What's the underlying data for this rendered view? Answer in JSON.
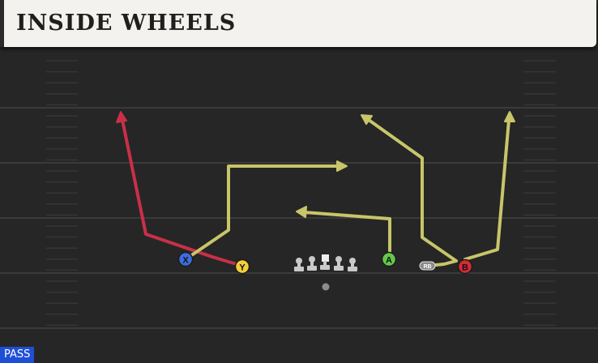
{
  "play": {
    "title": "INSIDE WHEELS",
    "mode": "PASS"
  },
  "players": [
    {
      "id": "X",
      "label": "X",
      "color": "#3b6ee0"
    },
    {
      "id": "Y",
      "label": "Y",
      "color": "#f2cf3a"
    },
    {
      "id": "A",
      "label": "A",
      "color": "#63c94a"
    },
    {
      "id": "B",
      "label": "B",
      "color": "#d42a36"
    },
    {
      "id": "RB",
      "label": "RB",
      "color": "#8a8a8a"
    }
  ],
  "colors": {
    "field": "#262626",
    "yard_line": "#3a3a3a",
    "route_primary": "#c93048",
    "route_default": "#c8c56a",
    "lineman": "#c9c9c9",
    "ball": "#8c8c8c"
  }
}
